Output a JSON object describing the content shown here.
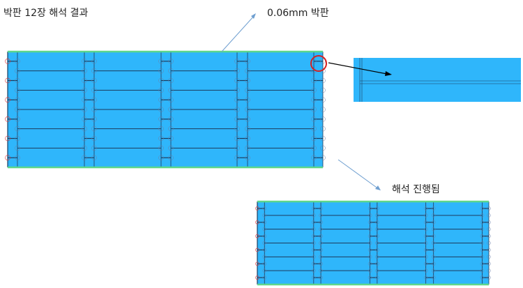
{
  "title": "박판 12장 해석 결과",
  "callout_thin_plate": "0.06mm 박판",
  "callout_progress": "해석 진행됨",
  "colors": {
    "plate": "#2fb6fb",
    "edge": "#5ed68a",
    "line": "#1d3b5c",
    "marker": "#e0373a",
    "arrow": "#6f9fd0"
  }
}
